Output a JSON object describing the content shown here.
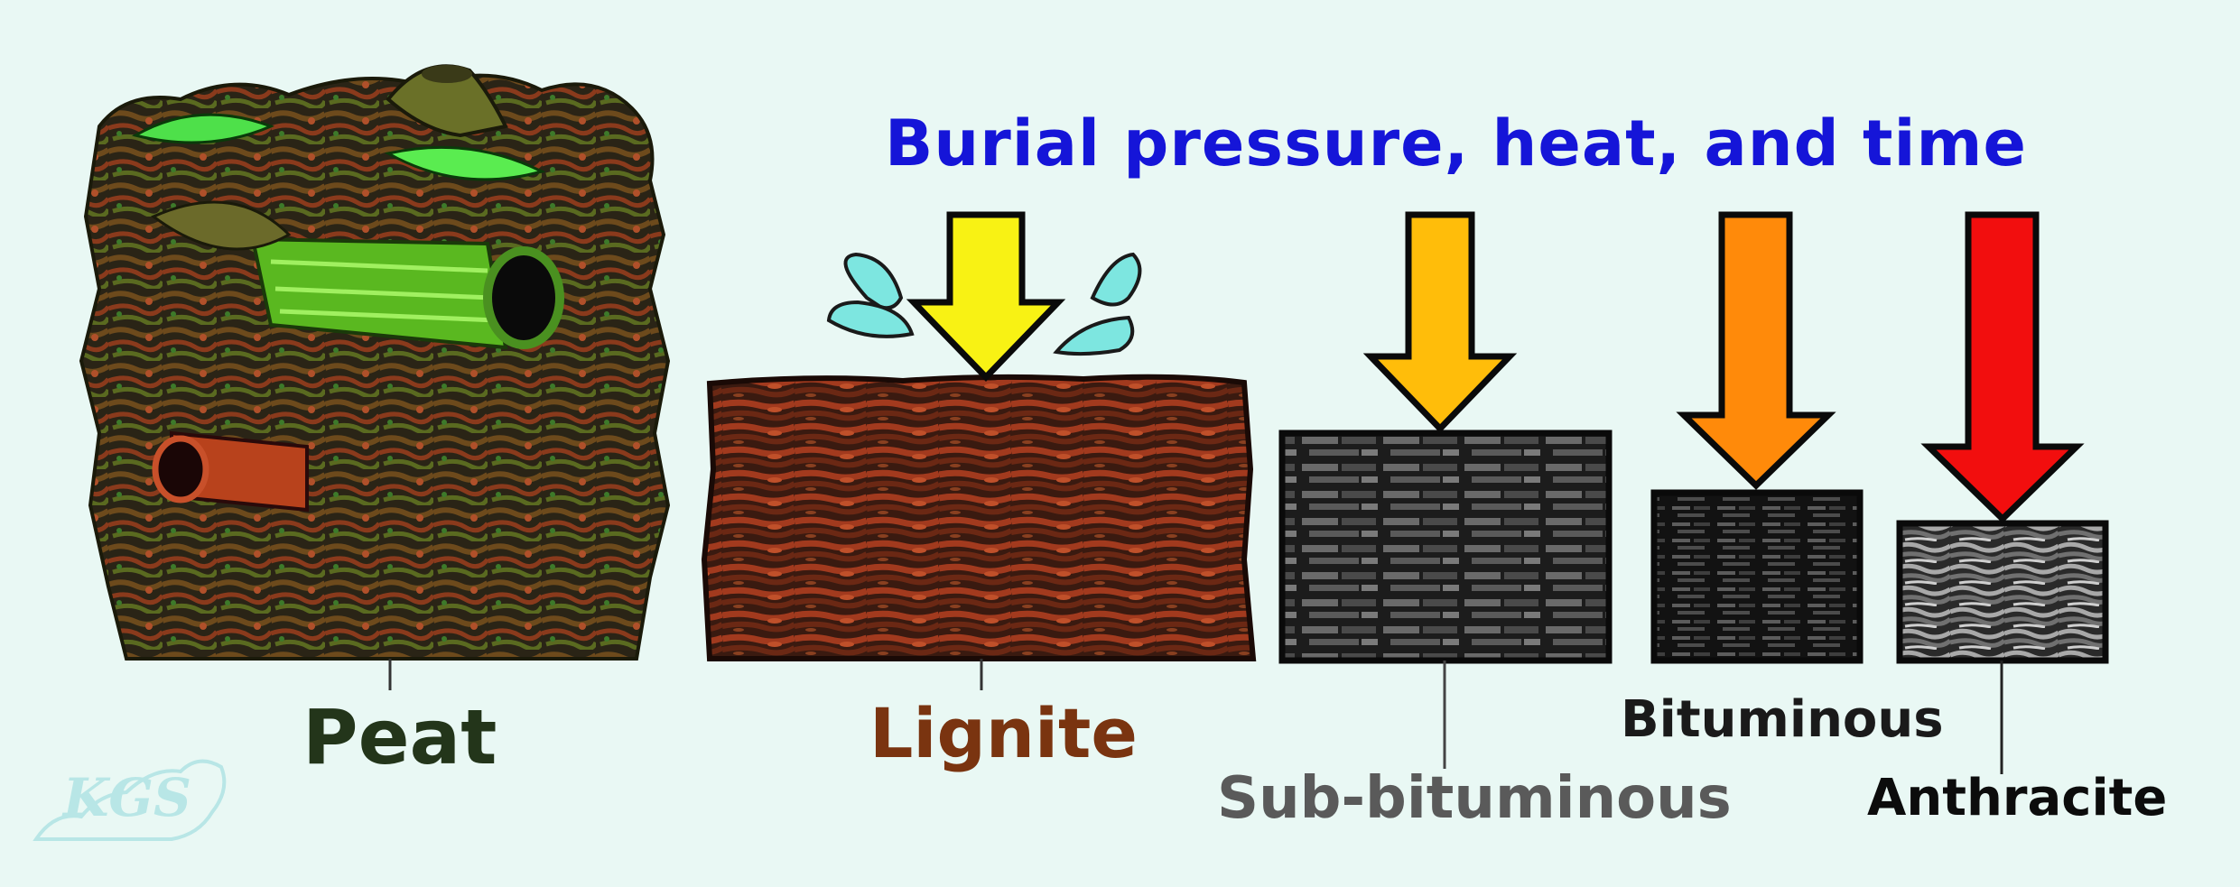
{
  "title": "Burial pressure, heat, and time",
  "stages": {
    "peat": "Peat",
    "lignite": "Lignite",
    "subbituminous": "Sub-bituminous",
    "bituminous": "Bituminous",
    "anthracite": "Anthracite"
  },
  "logo": "KGS",
  "colors": {
    "title": "#1515d8",
    "arrow_lignite": "#f8f214",
    "arrow_subbituminous": "#ffbd0a",
    "arrow_bituminous": "#ff8a0a",
    "arrow_anthracite": "#f20e0e",
    "water_drop": "#7de6e0"
  }
}
